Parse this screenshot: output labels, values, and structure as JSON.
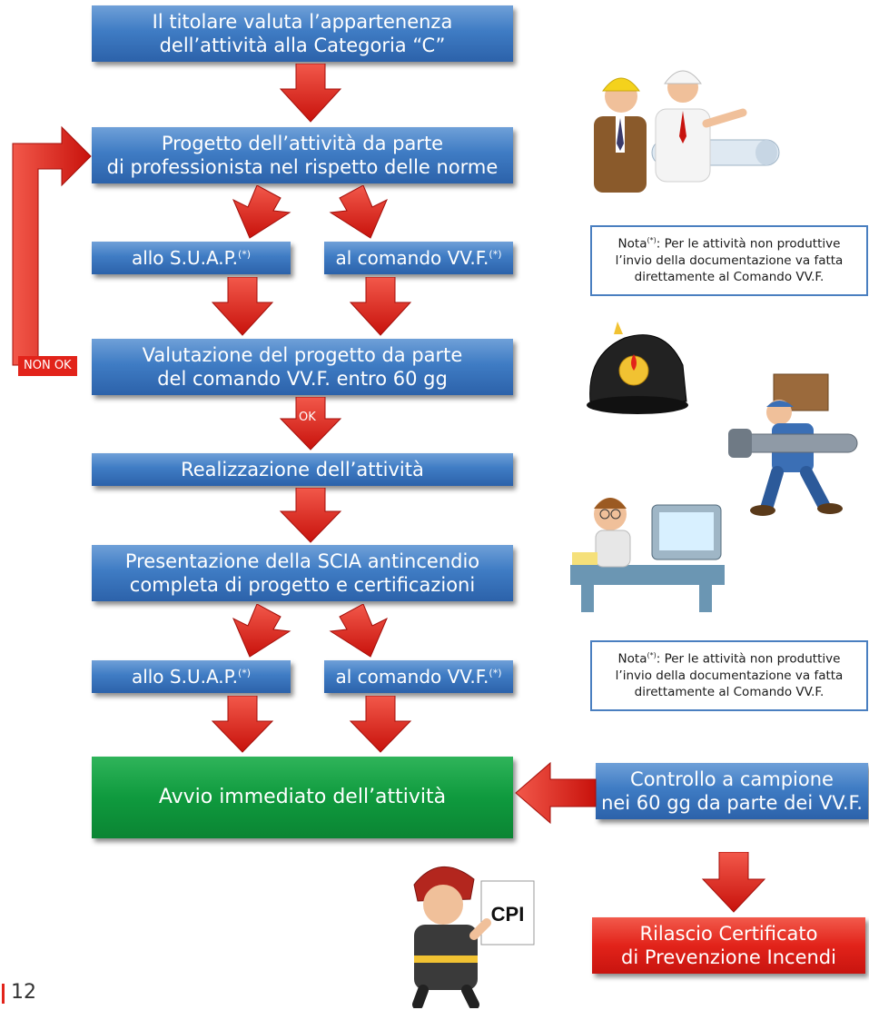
{
  "boxes": {
    "b1_line1": "Il titolare valuta l’appartenenza",
    "b1_line2": "dell’attività alla Categoria “C”",
    "b2_line1": "Progetto dell’attività da parte",
    "b2_line2": "di professionista nel rispetto delle norme",
    "suap_1": "allo S.U.A.P.",
    "vvf_1": "al comando VV.F.",
    "b3_line1": "Valutazione del progetto da parte",
    "b3_line2": "del comando VV.F. entro 60 gg",
    "b4": "Realizzazione dell’attività",
    "b5_line1": "Presentazione della SCIA antincendio",
    "b5_line2": "completa di progetto e certificazioni",
    "suap_2": "allo S.U.A.P.",
    "vvf_2": "al comando VV.F.",
    "b6": "Avvio immediato dell’attività",
    "b7_line1": "Controllo a campione",
    "b7_line2": "nei 60 gg da parte dei VV.F.",
    "b8_line1": "Rilascio Certificato",
    "b8_line2": "di Prevenzione Incendi",
    "asterisk": "(*)"
  },
  "labels": {
    "non_ok": "NON OK",
    "ok": "OK"
  },
  "notes": {
    "note_prefix": "Nota",
    "note_asterisk": "(*)",
    "note_line1": ": Per le attività non produttive",
    "note_line2": "l’invio della documentazione va fatta",
    "note_line3": "direttamente al Comando VV.F."
  },
  "illustrations": {
    "cpi_card_text": "CPI"
  },
  "footer": {
    "page_number": "12"
  },
  "colors": {
    "blue_box": "#3f7cc4",
    "green_box": "#0f9a3e",
    "red_box": "#e2231a",
    "arrow_red": "#e2231a"
  }
}
